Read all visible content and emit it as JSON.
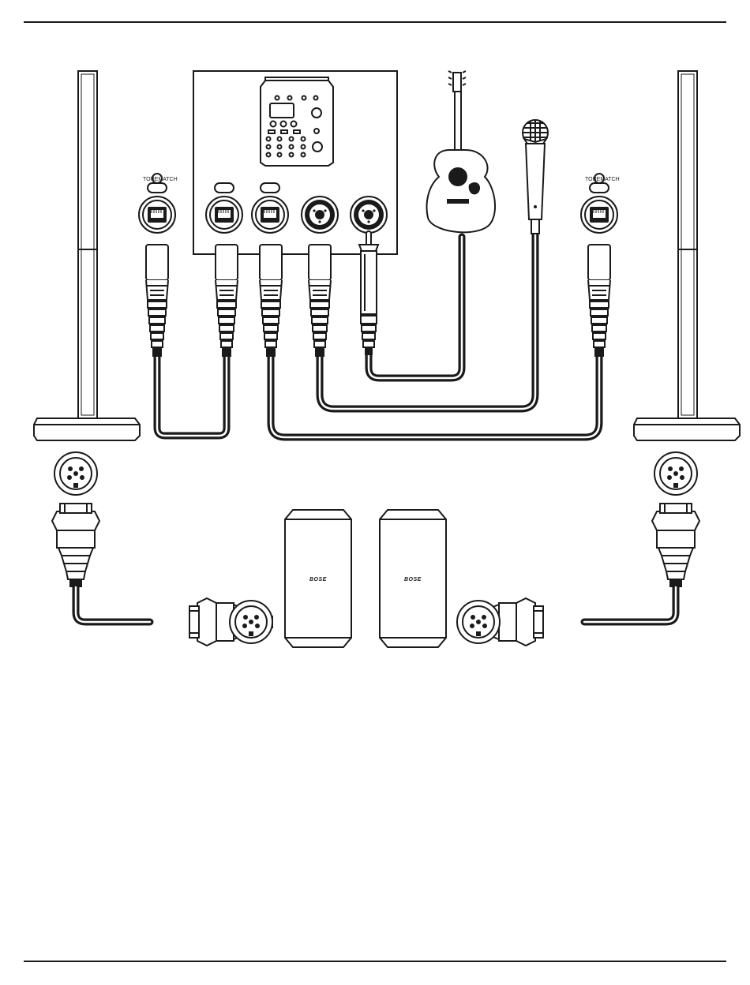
{
  "labels": {
    "tonematch_left": "TONEMATCH",
    "tonematch_right": "TONEMATCH",
    "brand_left": "BOSE",
    "brand_right": "BOSE"
  },
  "colors": {
    "line": "#1a1a1a",
    "background": "#ffffff"
  }
}
